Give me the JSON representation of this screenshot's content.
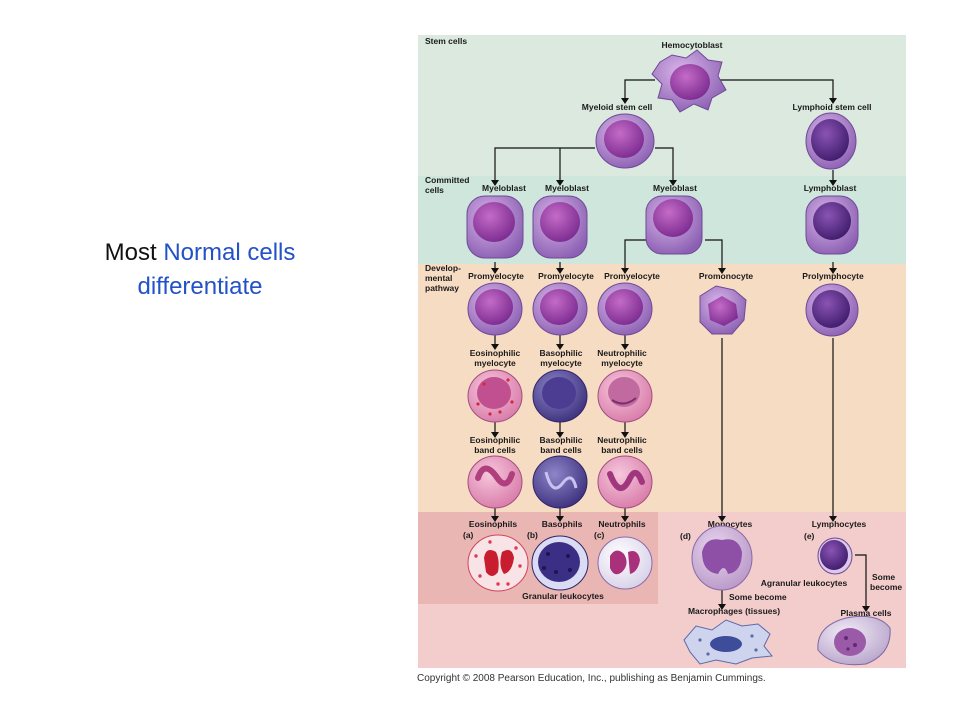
{
  "slide": {
    "title_part1": "Most",
    "title_highlight_1": "Normal cells",
    "title_highlight_2": "differentiate"
  },
  "colors": {
    "stem_band": "#dbe9df",
    "committed_band": "#cfe6dc",
    "developmental_band": "#f7dcc4",
    "mature_band": "#f3cccc",
    "granular_box": "#eab6b4",
    "highlight_text": "#2251c8"
  },
  "figure": {
    "section_labels": {
      "stem": "Stem cells",
      "committed_1": "Committed",
      "committed_2": "cells",
      "developmental_1": "Develop-",
      "developmental_2": "mental",
      "developmental_3": "pathway"
    },
    "cells": {
      "hemocytoblast": "Hemocytoblast",
      "myeloid_stem": "Myeloid stem cell",
      "lymphoid_stem": "Lymphoid stem cell",
      "myeloblast_1": "Myeloblast",
      "myeloblast_2": "Myeloblast",
      "myeloblast_3": "Myeloblast",
      "lymphoblast": "Lymphoblast",
      "promyelocyte_1": "Promyelocyte",
      "promyelocyte_2": "Promyelocyte",
      "promyelocyte_3": "Promyelocyte",
      "promonocyte": "Promonocyte",
      "prolymphocyte": "Prolymphocyte",
      "eosinophilic_myelocyte_1": "Eosinophilic",
      "eosinophilic_myelocyte_2": "myelocyte",
      "basophilic_myelocyte_1": "Basophilic",
      "basophilic_myelocyte_2": "myelocyte",
      "neutrophilic_myelocyte_1": "Neutrophilic",
      "neutrophilic_myelocyte_2": "myelocyte",
      "eosinophilic_band_1": "Eosinophilic",
      "eosinophilic_band_2": "band cells",
      "basophilic_band_1": "Basophilic",
      "basophilic_band_2": "band cells",
      "neutrophilic_band_1": "Neutrophilic",
      "neutrophilic_band_2": "band cells",
      "eosinophils": "Eosinophils",
      "basophils": "Basophils",
      "neutrophils": "Neutrophils",
      "monocytes": "Monocytes",
      "lymphocytes": "Lymphocytes",
      "macrophages": "Macrophages (tissues)",
      "plasma_cells": "Plasma cells"
    },
    "letters": {
      "a": "(a)",
      "b": "(b)",
      "c": "(c)",
      "d": "(d)",
      "e": "(e)"
    },
    "notes": {
      "granular_leukocytes": "Granular leukocytes",
      "agranular_leukocytes": "Agranular leukocytes",
      "some_become_mono": "Some become",
      "some_become_lymph_1": "Some",
      "some_become_lymph_2": "become"
    },
    "copyright": "Copyright © 2008 Pearson Education, Inc., publishing as Benjamin Cummings."
  }
}
